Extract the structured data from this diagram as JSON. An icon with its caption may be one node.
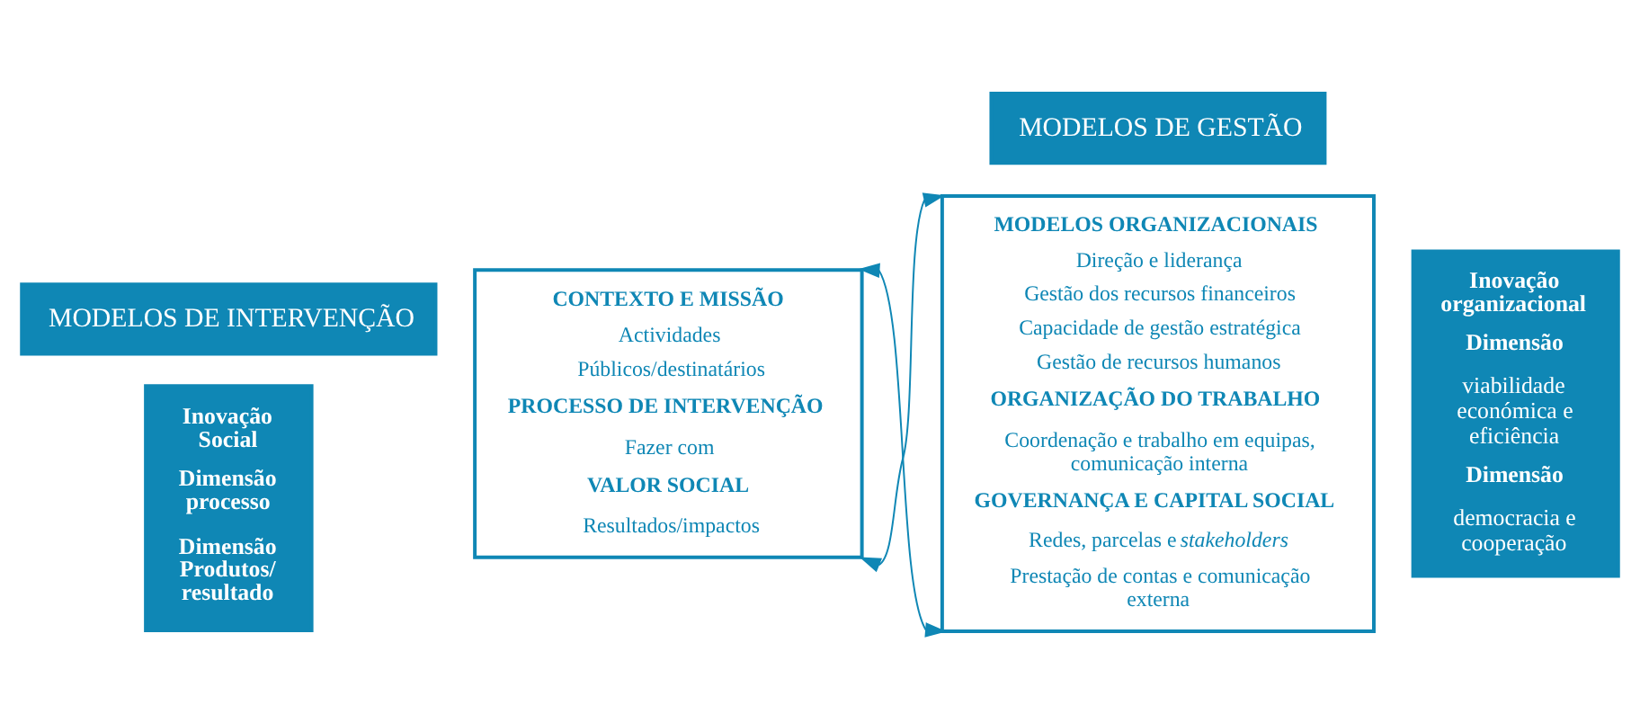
{
  "diagram": {
    "nodes": [
      {
        "text": [
          "MODELOS DE INTERVENÇÃO"
        ]
      },
      {
        "text": [
          "Inovação Social",
          "Dimensão processo",
          "Dimensão Produtos/ resultado"
        ]
      },
      {
        "text": [
          "CONTEXTO E MISSÃO",
          "Actividades",
          "Públicos/destinatários",
          "PROCESSO DE INTERVENÇÃO",
          "Fazer com",
          "VALOR SOCIAL",
          "Resultados/impactos"
        ]
      },
      {
        "text": [
          "MODELOS DE GESTÃO"
        ]
      },
      {
        "text": [
          "MODELOS ORGANIZACIONAIS",
          "Direção e liderança",
          "Gestão dos recursos financeiros",
          "Capacidade de gestão estratégica",
          "Gestão de recursos humanos",
          "ORGANIZAÇÃO DO TRABALHO",
          "Coordenação e trabalho em equipas, comunicação interna",
          "GOVERNANÇA E CAPITAL SOCIAL",
          "Redes, parcelas e *stakeholders*",
          "Prestação de contas e comunicação externa"
        ]
      },
      {
        "text": [
          "Inovação organizacional",
          "Dimensão",
          "viabilidade económica e eficiência",
          "Dimensão",
          "democracia e cooperação"
        ]
      }
    ],
    "edges": [
      {
        "from": 2,
        "to": 4,
        "arrow": "both"
      },
      {
        "from": 2,
        "to": 4,
        "arrow": "both"
      }
    ]
  }
}
